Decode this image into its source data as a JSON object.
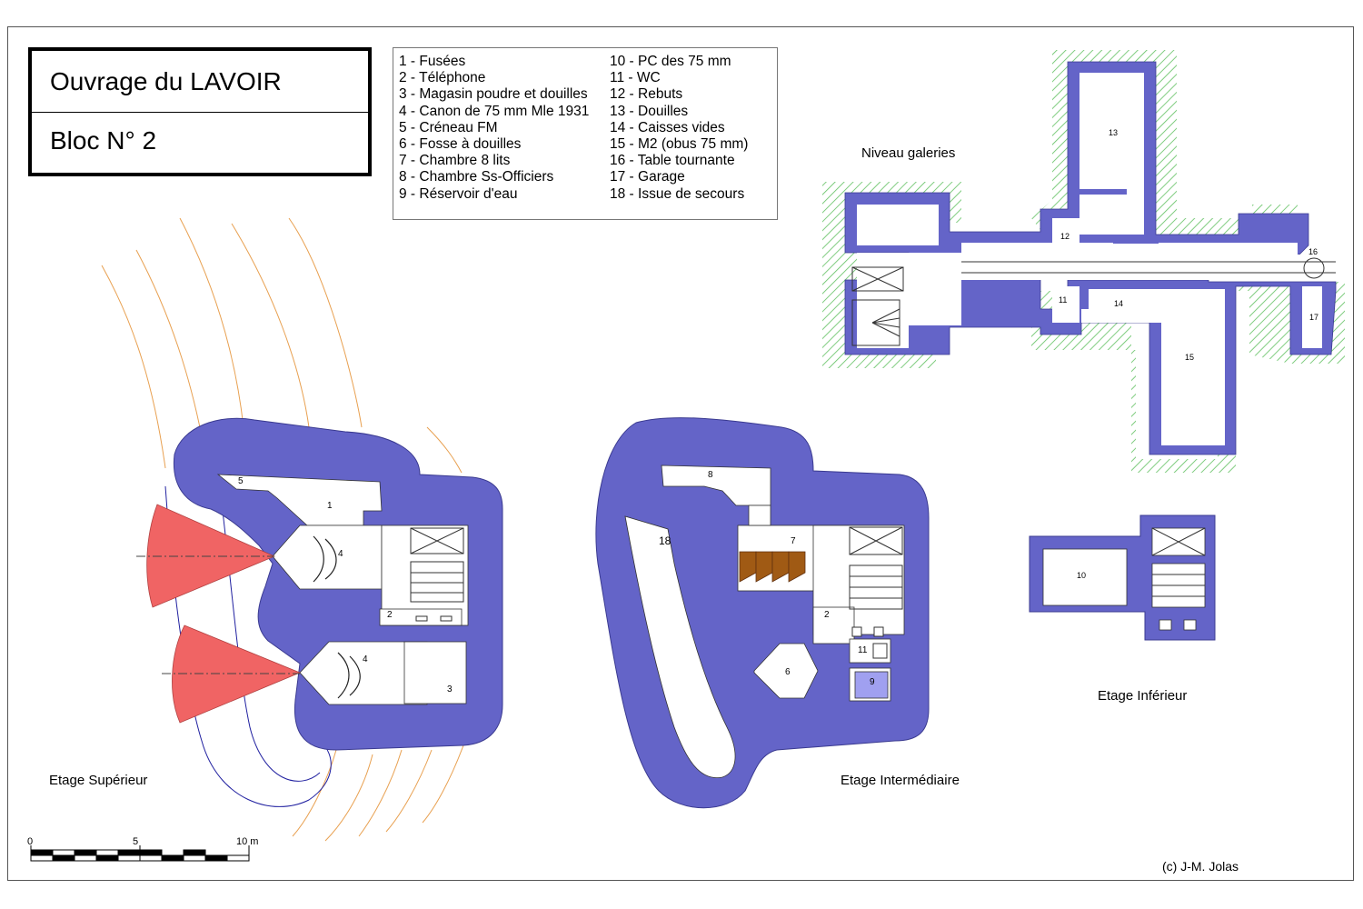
{
  "title": {
    "line1": "Ouvrage du LAVOIR",
    "line2": "Bloc N° 2"
  },
  "legend": [
    "1 - Fusées",
    "2 - Téléphone",
    "3 - Magasin poudre et douilles",
    "4 - Canon de 75 mm Mle 1931",
    "5 - Créneau FM",
    "6 - Fosse à douilles",
    "7 - Chambre 8 lits",
    "8 - Chambre Ss-Officiers",
    "9 - Réservoir d'eau",
    "10 - PC des 75 mm",
    "11 - WC",
    "12 - Rebuts",
    "13 - Douilles",
    "14 - Caisses vides",
    "15 - M2 (obus 75 mm)",
    "16 - Table tournante",
    "17 - Garage",
    "18 - Issue de secours"
  ],
  "levels": {
    "galeries": "Niveau galeries",
    "superieur": "Etage Supérieur",
    "intermediaire": "Etage Intermédiaire",
    "inferieur": "Etage Inférieur"
  },
  "room_numbers": {
    "sup": [
      "5",
      "1",
      "4",
      "2",
      "4",
      "3"
    ],
    "inter": [
      "8",
      "18",
      "7",
      "2",
      "11",
      "6",
      "9"
    ],
    "gal": [
      "13",
      "12",
      "11",
      "14",
      "15",
      "16",
      "17"
    ],
    "inf": [
      "10"
    ]
  },
  "scale": {
    "label_0": "0",
    "label_5": "5",
    "label_10": "10 m"
  },
  "credit": "(c) J-M. Jolas",
  "colors": {
    "concrete": "#6464c8",
    "embrasure": "#f06464",
    "contour": "#e8a050",
    "beds": "#a05a14",
    "hatch": "#60c060"
  }
}
